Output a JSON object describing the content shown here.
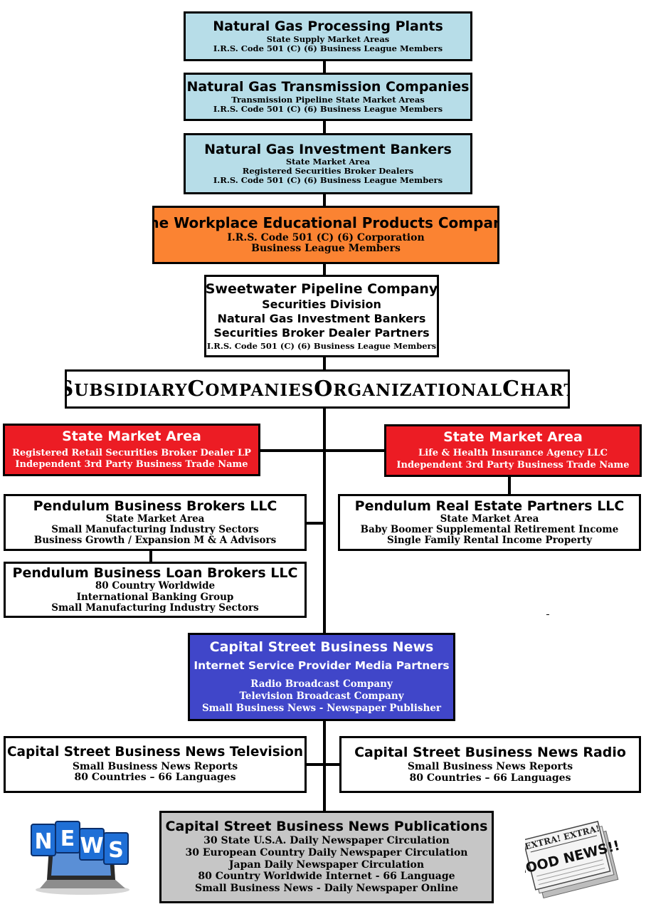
{
  "boxes": {
    "processing": {
      "title": "Natural Gas Processing Plants",
      "lines": [
        "State Supply Market Areas",
        "I.R.S. Code 501 (C) (6) Business League Members"
      ]
    },
    "transmission": {
      "title": "Natural Gas Transmission Companies",
      "lines": [
        "Transmission Pipeline State Market Areas",
        "I.R.S. Code 501 (C) (6) Business League Members"
      ]
    },
    "investment": {
      "title": "Natural Gas Investment Bankers",
      "lines": [
        "State Market Area",
        "Registered Securities Broker Dealers",
        "I.R.S. Code 501 (C) (6) Business League Members"
      ]
    },
    "workplace": {
      "title": "The Workplace Educational Products Company",
      "lines": [
        "I.R.S. Code 501 (C) (6) Corporation",
        "Business League Members"
      ]
    },
    "sweetwater": {
      "title": "Sweetwater Pipeline Company",
      "lines": [
        "Securities Division",
        "Natural Gas Investment Bankers",
        "Securities Broker Dealer Partners"
      ],
      "footer": "I.R.S. Code 501 (C) (6) Business League Members"
    },
    "chart_title": {
      "words": [
        [
          "S",
          "ubsidiary"
        ],
        [
          "C",
          "ompanies"
        ],
        [
          "O",
          "rganizational"
        ],
        [
          "C",
          "hart"
        ]
      ]
    },
    "state_left": {
      "title": "State Market Area",
      "lines": [
        "Registered Retail Securities Broker Dealer LP",
        "Independent 3rd Party Business Trade Name"
      ]
    },
    "state_right": {
      "title": "State Market Area",
      "lines": [
        "Life & Health Insurance Agency LLC",
        "Independent 3rd Party Business Trade Name"
      ]
    },
    "pendulum_brokers": {
      "title": "Pendulum Business Brokers LLC",
      "lines": [
        "State Market Area",
        "Small Manufacturing Industry Sectors",
        "Business Growth / Expansion M & A Advisors"
      ]
    },
    "pendulum_realestate": {
      "title": "Pendulum Real Estate Partners LLC",
      "lines": [
        "State Market Area",
        "Baby Boomer Supplemental Retirement Income",
        "Single Family Rental Income Property"
      ]
    },
    "pendulum_loan": {
      "title": "Pendulum Business Loan Brokers LLC",
      "lines": [
        "80 Country Worldwide",
        "International Banking Group",
        "Small Manufacturing Industry Sectors"
      ]
    },
    "capital_news": {
      "title": "Capital Street Business News",
      "subtitle": "Internet Service Provider Media Partners",
      "lines": [
        "Radio Broadcast Company",
        "Television Broadcast Company",
        "Small Business News - Newspaper Publisher"
      ]
    },
    "capital_tv": {
      "title": "Capital Street Business News Television",
      "lines": [
        "Small Business News Reports",
        "80 Countries – 66 Languages"
      ]
    },
    "capital_radio": {
      "title": "Capital Street Business News Radio",
      "lines": [
        "Small Business News Reports",
        "80 Countries – 66 Languages"
      ]
    },
    "capital_pubs": {
      "title": "Capital Street Business News Publications",
      "lines": [
        "30 State U.S.A. Daily Newspaper Circulation",
        "30 European Country Daily Newspaper Circulation",
        "Japan Daily Newspaper Circulation",
        "80 Country Worldwide Internet - 66 Language",
        "Small Business News - Daily Newspaper Online"
      ]
    }
  },
  "images": {
    "news_tablet": {
      "letters": [
        "N",
        "E",
        "W",
        "S"
      ]
    },
    "newspaper": {
      "header": "EXTRA! EXTRA!",
      "headline": "GOOD NEWS!!"
    }
  },
  "colors": {
    "light_blue": "#b7dde8",
    "orange": "#fb8332",
    "red": "#ec1c24",
    "purple": "#4046c9",
    "grey": "#c6c6c6"
  }
}
